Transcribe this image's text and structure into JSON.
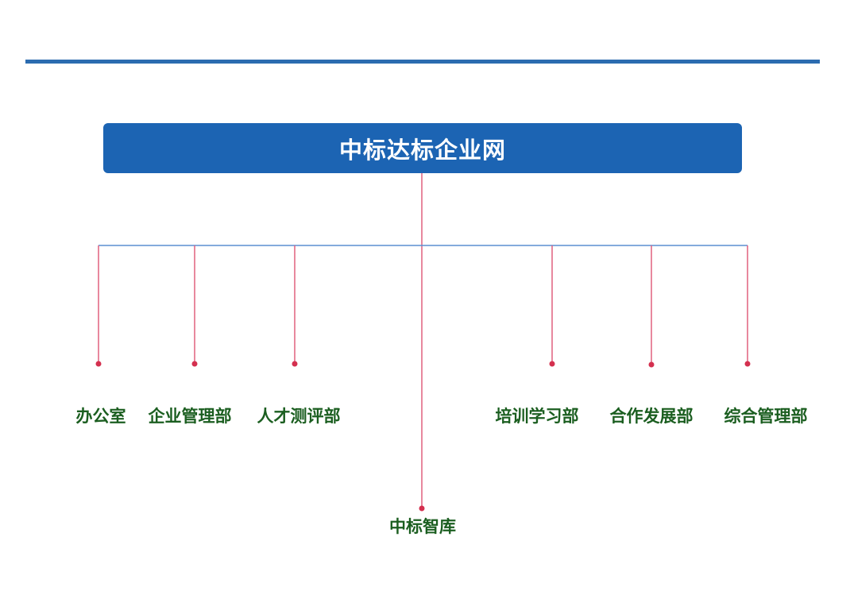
{
  "colors": {
    "rule": "#2c6cb0",
    "root_fill": "#1c64b3",
    "root_text": "#ffffff",
    "branch_line": "#e0607e",
    "bus_line": "#5b8fd0",
    "node_dot": "#d4304f",
    "label_text": "#1b5e20"
  },
  "org_chart": {
    "root": {
      "label": "中标达标企业网"
    },
    "departments": [
      {
        "label": "办公室"
      },
      {
        "label": "企业管理部"
      },
      {
        "label": "人才测评部"
      },
      {
        "label": "培训学习部"
      },
      {
        "label": "合作发展部"
      },
      {
        "label": "综合管理部"
      }
    ],
    "center_child": {
      "label": "中标智库"
    }
  }
}
